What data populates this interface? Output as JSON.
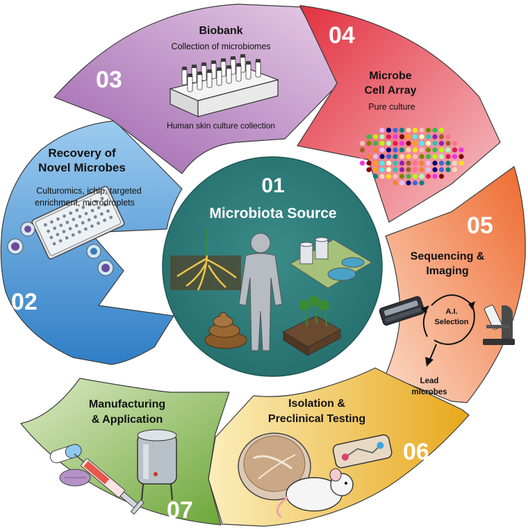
{
  "center": {
    "number": "01",
    "title": "Microbiota Source"
  },
  "segments": {
    "s02": {
      "number": "02",
      "title_line1": "Recovery of",
      "title_line2": "Novel Microbes",
      "sub_line1": "Culturomics, ichip, targeted",
      "sub_line2": "enrichment, microdroplets"
    },
    "s03": {
      "number": "03",
      "title": "Biobank",
      "subtitle": "Collection of microbiomes",
      "caption": "Human skin culture collection"
    },
    "s04": {
      "number": "04",
      "title_line1": "Microbe",
      "title_line2": "Cell Array",
      "subtitle": "Pure culture"
    },
    "s05": {
      "number": "05",
      "title_line1": "Sequencing &",
      "title_line2": "Imaging",
      "ai_line1": "A.I.",
      "ai_line2": "Selection",
      "lead_line1": "Lead",
      "lead_line2": "microbes"
    },
    "s06": {
      "number": "06",
      "title_line1": "Isolation &",
      "title_line2": "Preclinical Testing"
    },
    "s07": {
      "number": "07",
      "title_line1": "Manufacturing",
      "title_line2": "& Application"
    }
  },
  "colors": {
    "center": "#2e7e7c",
    "s02": "#4a8fd0",
    "s03": "#b27fc0",
    "s04": "#e24a55",
    "s05": "#f08a4a",
    "s06": "#f2c94c",
    "s07": "#84b24a"
  },
  "icons": [
    "microplate-icon",
    "cell-droplet-icon",
    "vial-rack-icon",
    "dot-array-icon",
    "sequencer-icon",
    "microscope-icon",
    "cycle-arrow-icon",
    "petri-dish-icon",
    "mouse-icon",
    "chip-icon",
    "capsule-icon",
    "pill-icon",
    "syringe-icon",
    "fermenter-tank-icon",
    "roots-icon",
    "human-silhouette-icon",
    "wastewater-plant-icon",
    "stool-icon",
    "plant-cutaway-icon"
  ]
}
